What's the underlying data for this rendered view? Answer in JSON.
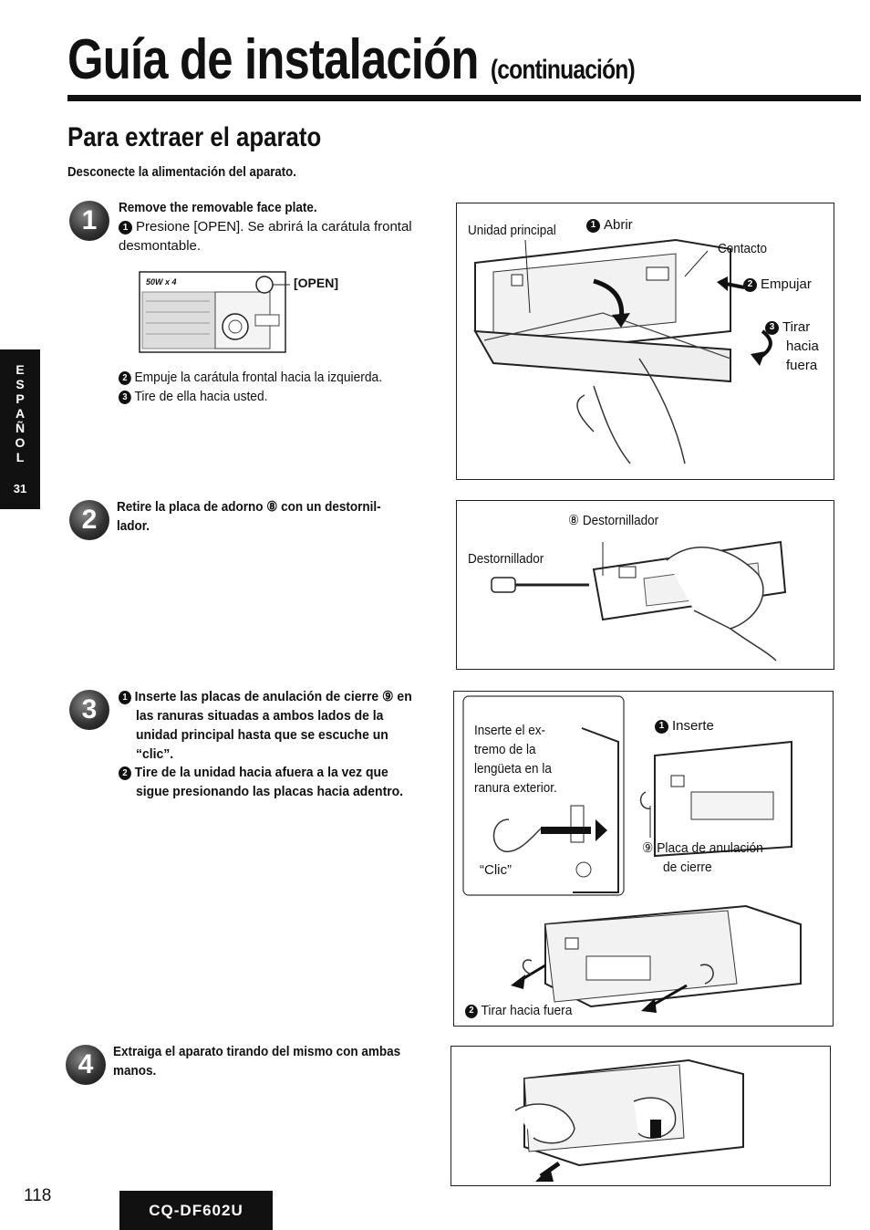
{
  "header": {
    "title": "Guía de instalación",
    "title_sub": "(continuación)"
  },
  "section": {
    "title": "Para extraer el aparato",
    "intro": "Desconecte la alimentación del aparato."
  },
  "side_tab": {
    "letters": [
      "E",
      "S",
      "P",
      "A",
      "Ñ",
      "O",
      "L"
    ],
    "number": "31"
  },
  "steps": [
    {
      "number": "1",
      "heading": "Remove the removable face plate.",
      "items": [
        {
          "marker": "1",
          "text": "Presione [OPEN]. Se abrirá la carátula frontal desmontable."
        },
        {
          "marker": "2",
          "text": "Empuje la carátula frontal hacia la izquierda."
        },
        {
          "marker": "3",
          "text": "Tire de ella hacia usted."
        }
      ],
      "inset_label": "[OPEN]",
      "inset_text": "50W x 4",
      "figure": {
        "unidad": "Unidad principal",
        "abrir": "Abrir",
        "contacto": "Contacto",
        "empujar": "Empujar",
        "tirar": [
          "Tirar",
          "hacia",
          "fuera"
        ]
      }
    },
    {
      "number": "2",
      "heading_lines": [
        "Retire la placa de adorno ⑧ con un destornil-",
        "lador."
      ],
      "figure": {
        "ref": "⑧ Destornillador",
        "tool": "Destornillador"
      }
    },
    {
      "number": "3",
      "items": [
        {
          "marker": "1",
          "lines": [
            "Inserte las placas de anulación de cierre ⑨ en",
            "las ranuras situadas a ambos lados de la",
            "unidad principal hasta que se escuche un",
            "“clic”."
          ]
        },
        {
          "marker": "2",
          "lines": [
            "Tire de la unidad hacia afuera a la vez que",
            "sigue presionando las placas hacia adentro."
          ]
        }
      ],
      "figure": {
        "callout": [
          "Inserte el ex-",
          "tremo de la",
          "lengüeta en la",
          "ranura exterior."
        ],
        "clic": "“Clic”",
        "inserte": "Inserte",
        "placa": [
          "⑨ Placa de anulación",
          "de cierre"
        ],
        "tirar": "Tirar hacia fuera"
      }
    },
    {
      "number": "4",
      "heading_lines": [
        "Extraiga el aparato tirando del mismo con ambas",
        "manos."
      ]
    }
  ],
  "footer": {
    "page": "118",
    "model": "CQ-DF602U"
  }
}
